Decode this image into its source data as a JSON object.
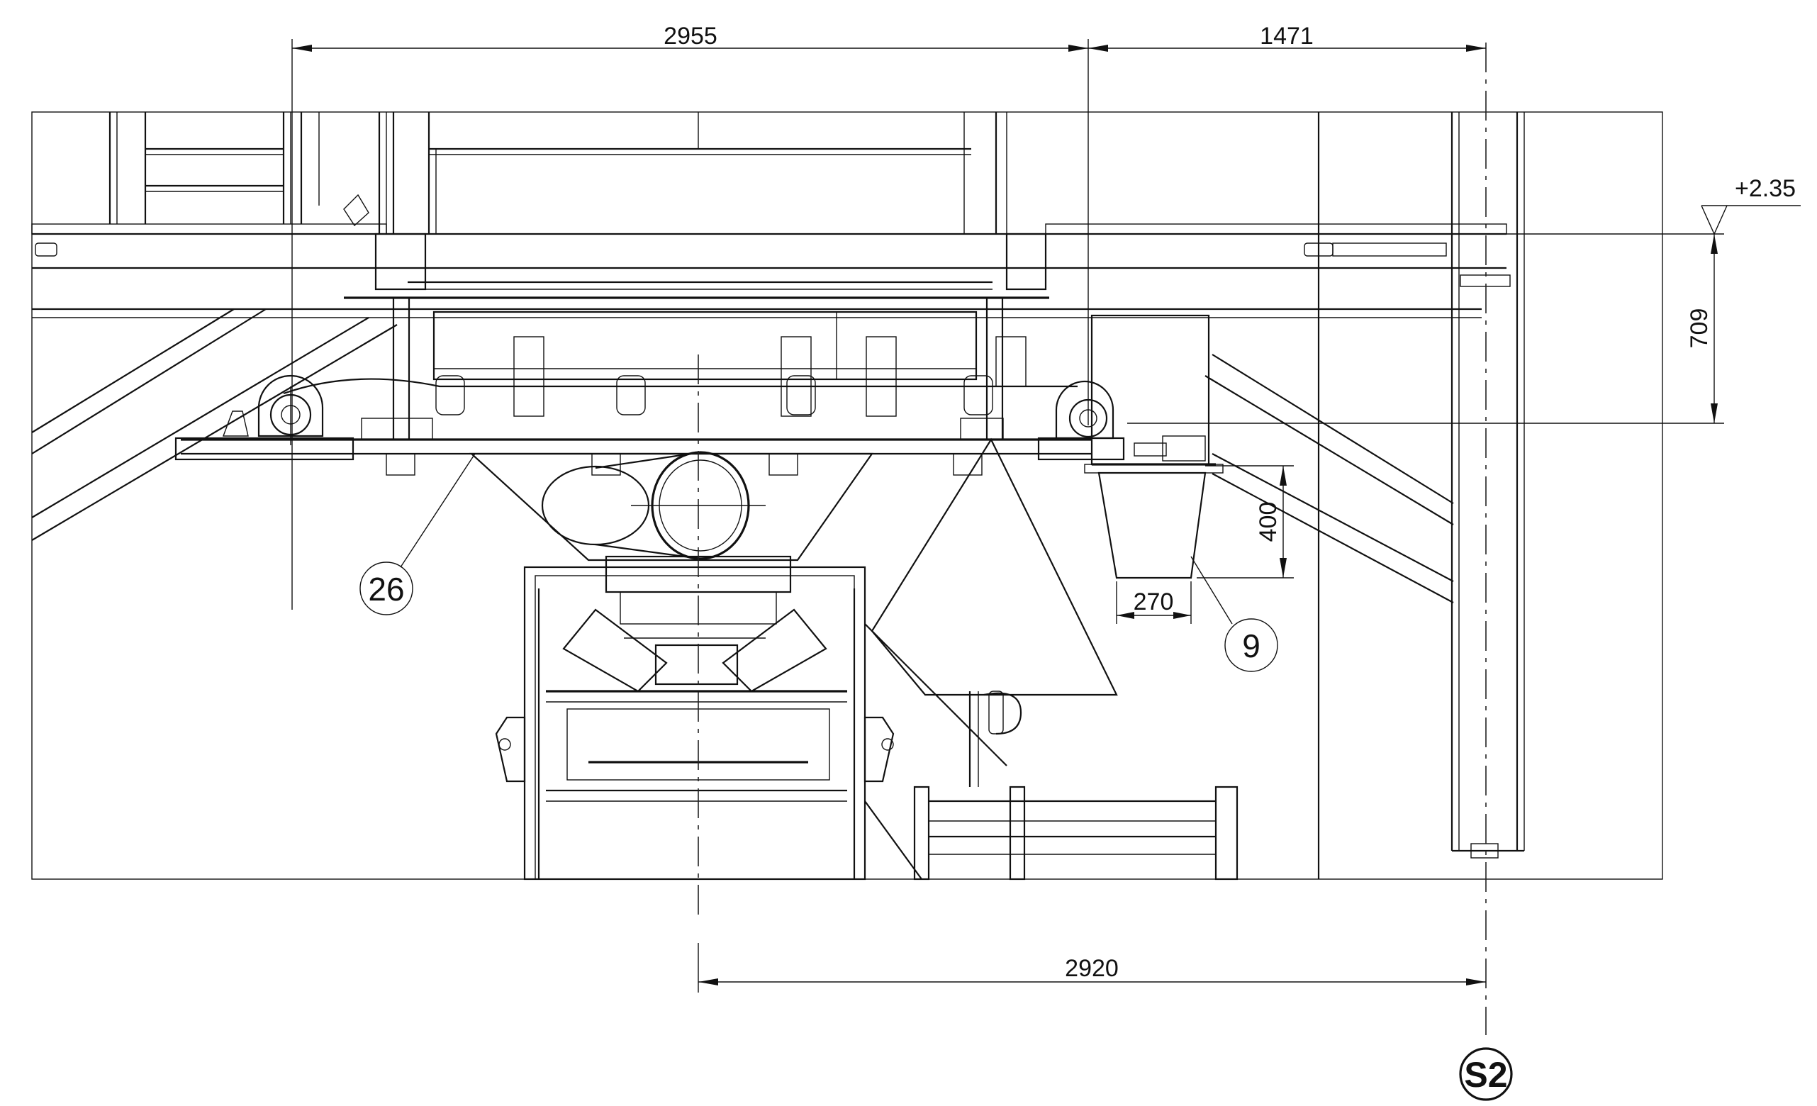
{
  "dimensions": {
    "top_left": "2955",
    "top_right": "1471",
    "bottom": "2920",
    "height_right": "709",
    "hopper_height": "400",
    "hopper_width": "270"
  },
  "elevation_mark": "+2.35",
  "callouts": {
    "belt": "26",
    "hopper": "9"
  },
  "section_marker": "S2"
}
